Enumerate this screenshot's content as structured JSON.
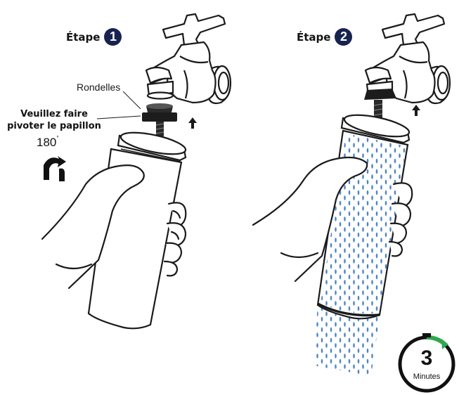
{
  "steps": [
    {
      "word": "Étape",
      "number": "1"
    },
    {
      "word": "Étape",
      "number": "2"
    }
  ],
  "labels": {
    "washers": "Rondelles",
    "instruction_line1": "Veuillez faire",
    "instruction_line2": "pivoter le papillon",
    "rotation_value": "180",
    "rotation_unit": "°"
  },
  "timer": {
    "value": "3",
    "unit": "Minutes"
  },
  "colors": {
    "badge": "#17234e",
    "water": "#4f86c6",
    "timer_accent": "#2fa84f",
    "ink": "#1a1a1a"
  },
  "icons": [
    "tap-icon",
    "rotate-arrow-icon",
    "up-arrow-icon",
    "hand-icon",
    "stopwatch-icon"
  ]
}
